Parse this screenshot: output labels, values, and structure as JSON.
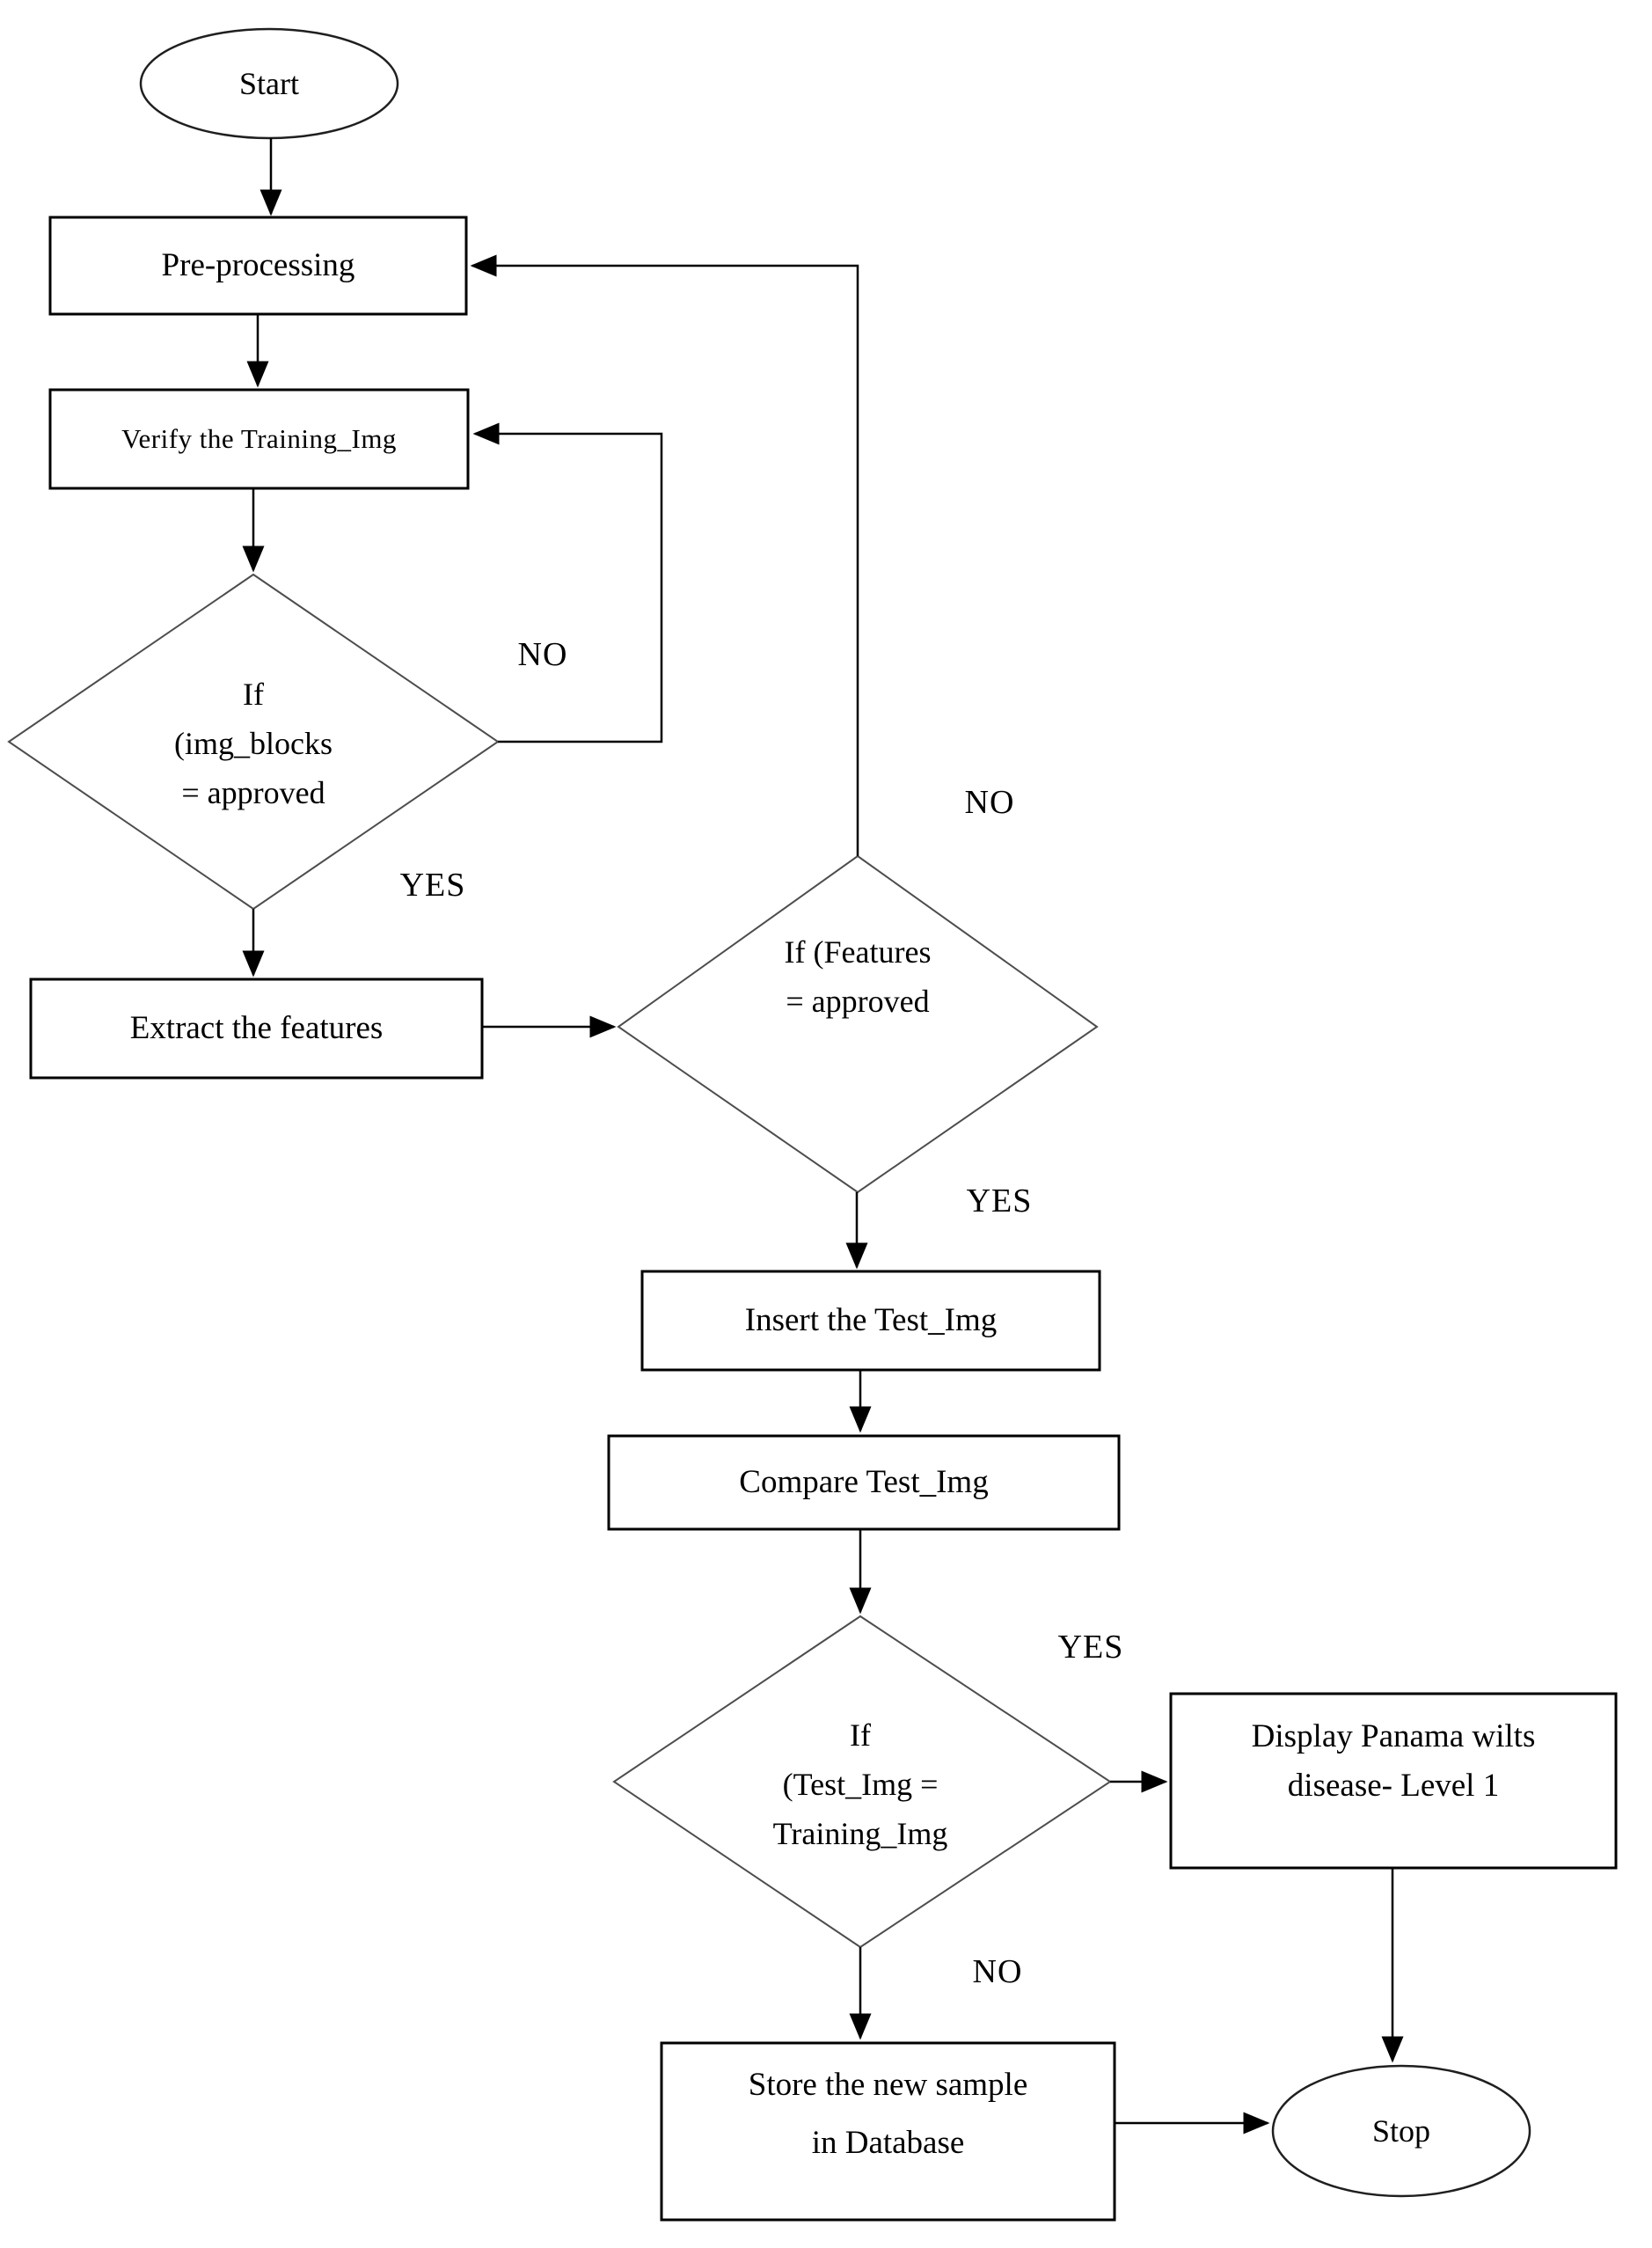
{
  "page": {
    "background": "#ffffff",
    "line_color": "#000000",
    "shape_fill": "#ffffff",
    "diamond_stroke": "#4d4d4d"
  },
  "flowchart": {
    "nodes": {
      "start": {
        "type": "terminator",
        "label": "Start"
      },
      "preprocessing": {
        "type": "process",
        "label": "Pre-processing"
      },
      "verify_training_img": {
        "type": "process",
        "label": "Verify the Training_Img"
      },
      "if_img_blocks": {
        "type": "decision",
        "line1": "If",
        "line2": "(img_blocks",
        "line3": "= approved"
      },
      "extract_features": {
        "type": "process",
        "label": "Extract the features"
      },
      "if_features": {
        "type": "decision",
        "line1": "If (Features",
        "line2": "= approved"
      },
      "insert_test_img": {
        "type": "process",
        "label": "Insert the Test_Img"
      },
      "compare_test_img": {
        "type": "process",
        "label": "Compare Test_Img"
      },
      "if_test_img": {
        "type": "decision",
        "line1": "If",
        "line2": "(Test_Img =",
        "line3": "Training_Img"
      },
      "display_disease": {
        "type": "process",
        "line1": "Display Panama wilts",
        "line2": "disease- Level 1"
      },
      "store_sample": {
        "type": "process",
        "line1": "Store the new sample",
        "line2": "in Database"
      },
      "stop": {
        "type": "terminator",
        "label": "Stop"
      }
    },
    "branch_labels": {
      "if_img_blocks_no": "NO",
      "if_img_blocks_yes": "YES",
      "if_features_no": "NO",
      "if_features_yes": "YES",
      "if_test_img_yes": "YES",
      "if_test_img_no": "NO"
    }
  }
}
